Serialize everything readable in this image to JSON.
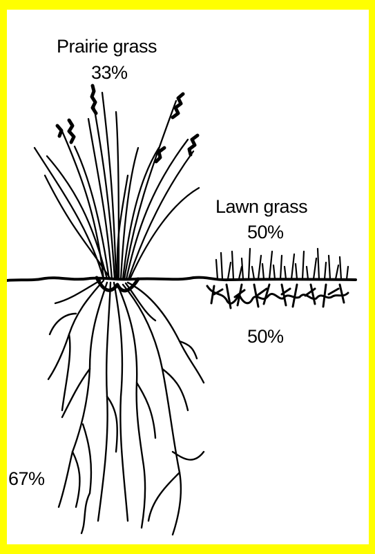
{
  "prairie": {
    "name": "Prairie grass",
    "above_ground": "33%",
    "below_ground": "67%"
  },
  "lawn": {
    "name": "Lawn grass",
    "above_ground": "50%",
    "below_ground": "50%"
  },
  "colors": {
    "border": "#ffff00",
    "ink": "#000000",
    "background": "#ffffff"
  }
}
